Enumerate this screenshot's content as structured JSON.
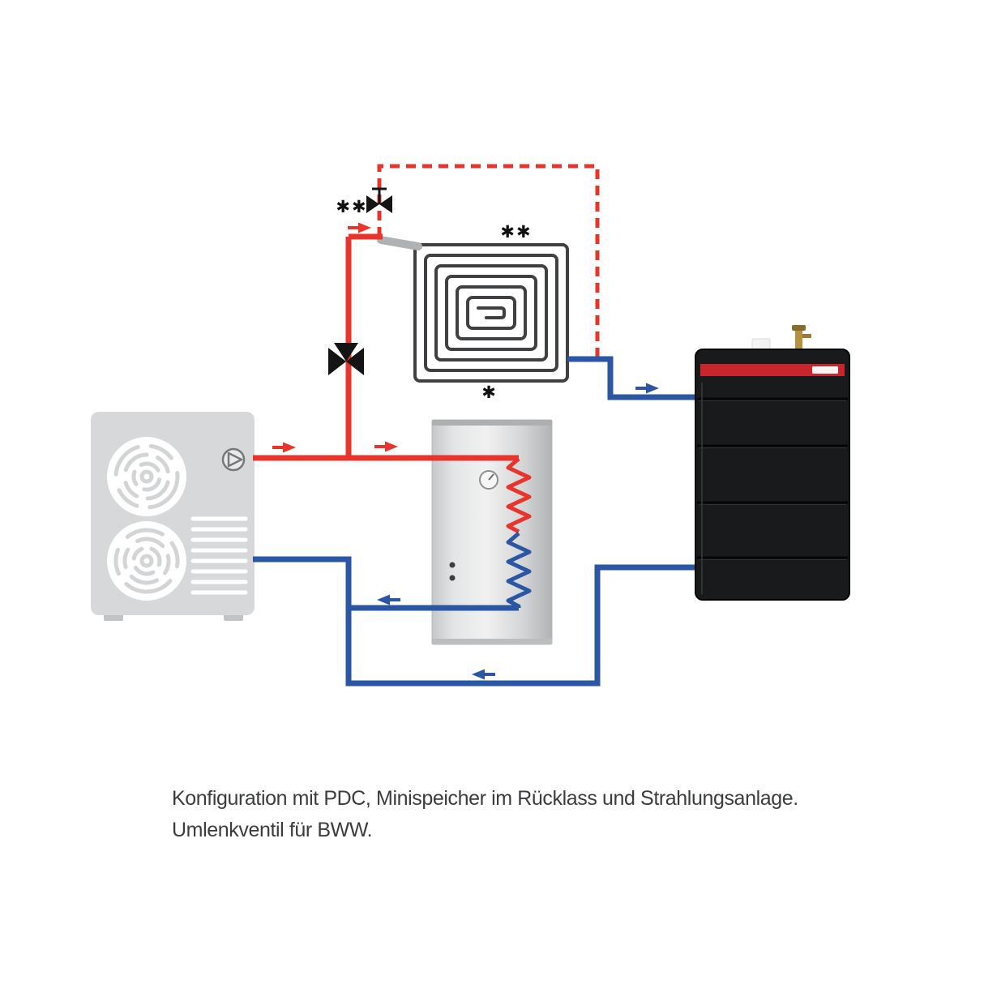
{
  "page": {
    "background": "#ffffff"
  },
  "colors": {
    "supply": "#e8342a",
    "return": "#2a56a3",
    "coil": "#3f4042",
    "boiler_band": "#c8252c",
    "marker": "#111111",
    "caption": "#3b3c3e"
  },
  "icons": {
    "three_way_valve": "three-triangle-valve",
    "shutoff_valve": "bowtie-valve-with-handle",
    "flow_arrow": "solid-triangle-arrow-with-tail",
    "pump": "circle-with-right-triangle",
    "gauge": "round-dial-with-needle",
    "fan": "round-fan-grille"
  },
  "markers": {
    "dhw_valve": "✱✱",
    "radiant_top": "✱✱",
    "radiant_bottom": "✱"
  },
  "caption": {
    "line1": "Konfiguration mit PDC, Minispeicher im Rücklass und Strahlungsanlage.",
    "line2": "Umlenkventil für BWW."
  }
}
